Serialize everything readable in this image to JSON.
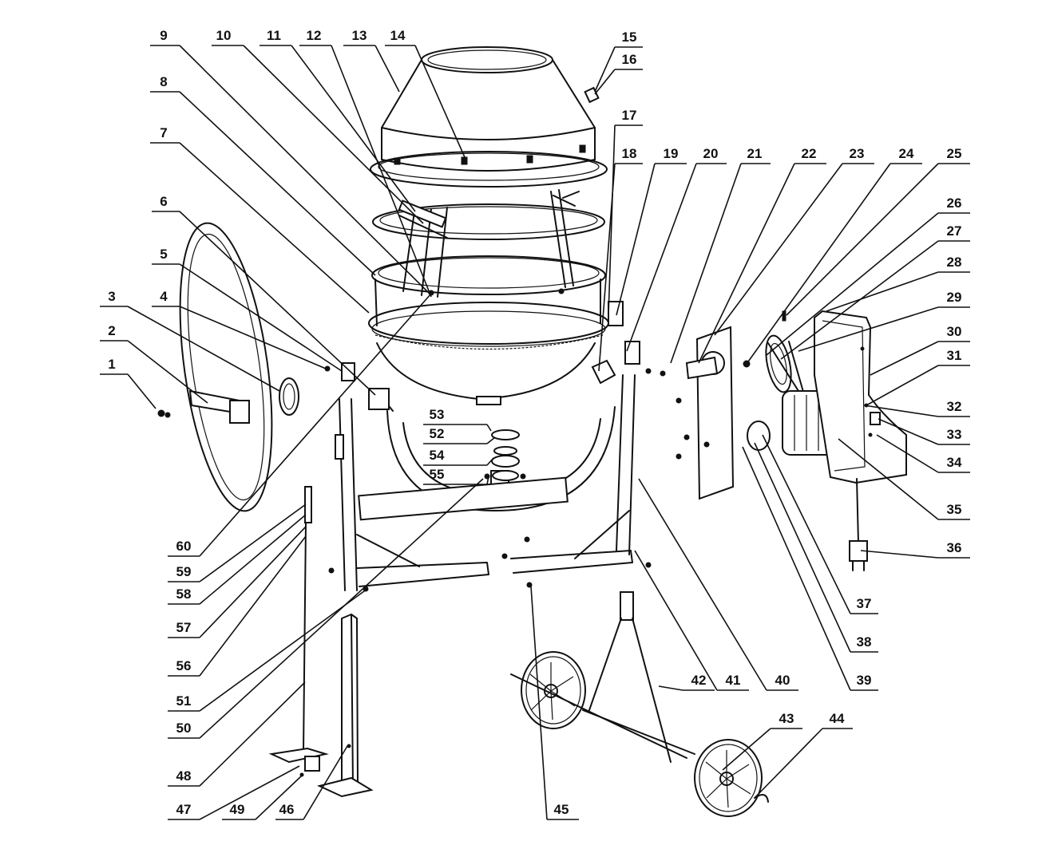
{
  "callouts": [
    {
      "n": "1"
    },
    {
      "n": "2"
    },
    {
      "n": "3"
    },
    {
      "n": "4"
    },
    {
      "n": "5"
    },
    {
      "n": "6"
    },
    {
      "n": "7"
    },
    {
      "n": "8"
    },
    {
      "n": "9"
    },
    {
      "n": "10"
    },
    {
      "n": "11"
    },
    {
      "n": "12"
    },
    {
      "n": "13"
    },
    {
      "n": "14"
    },
    {
      "n": "15"
    },
    {
      "n": "16"
    },
    {
      "n": "17"
    },
    {
      "n": "18"
    },
    {
      "n": "19"
    },
    {
      "n": "20"
    },
    {
      "n": "21"
    },
    {
      "n": "22"
    },
    {
      "n": "23"
    },
    {
      "n": "24"
    },
    {
      "n": "25"
    },
    {
      "n": "26"
    },
    {
      "n": "27"
    },
    {
      "n": "28"
    },
    {
      "n": "29"
    },
    {
      "n": "30"
    },
    {
      "n": "31"
    },
    {
      "n": "32"
    },
    {
      "n": "33"
    },
    {
      "n": "34"
    },
    {
      "n": "35"
    },
    {
      "n": "36"
    },
    {
      "n": "37"
    },
    {
      "n": "38"
    },
    {
      "n": "39"
    },
    {
      "n": "40"
    },
    {
      "n": "41"
    },
    {
      "n": "42"
    },
    {
      "n": "43"
    },
    {
      "n": "44"
    },
    {
      "n": "45"
    },
    {
      "n": "46"
    },
    {
      "n": "47"
    },
    {
      "n": "48"
    },
    {
      "n": "49"
    },
    {
      "n": "50"
    },
    {
      "n": "51"
    },
    {
      "n": "52"
    },
    {
      "n": "53"
    },
    {
      "n": "54"
    },
    {
      "n": "55"
    },
    {
      "n": "56"
    },
    {
      "n": "57"
    },
    {
      "n": "58"
    },
    {
      "n": "59"
    },
    {
      "n": "60"
    }
  ]
}
